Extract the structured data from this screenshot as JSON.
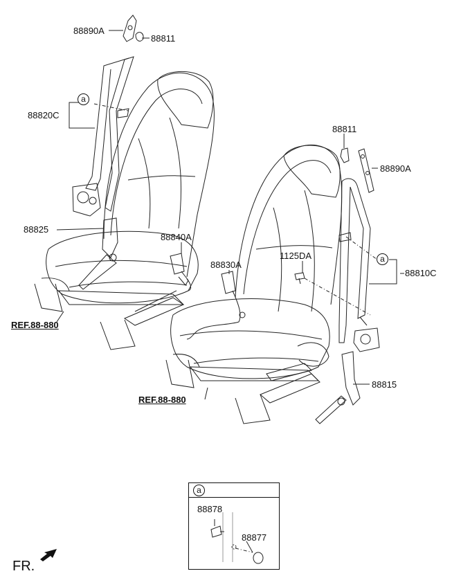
{
  "callouts": {
    "c88890A_top": "88890A",
    "c88811_top": "88811",
    "c88820C": "88820C",
    "c88825": "88825",
    "c88840A": "88840A",
    "c88830A": "88830A",
    "c88811_right": "88811",
    "c88890A_right": "88890A",
    "c1125DA": "1125DA",
    "c88810C": "88810C",
    "c88815": "88815",
    "ref_left": "REF.88-880",
    "ref_bottom": "REF.88-880",
    "circle_a_left": "a",
    "circle_a_right": "a"
  },
  "detail": {
    "header_label": "a",
    "part1": "88878",
    "part2": "88877"
  },
  "direction": {
    "label": "FR."
  }
}
